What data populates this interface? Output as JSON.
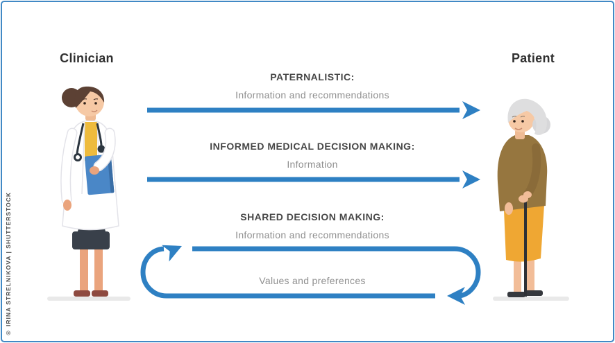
{
  "frame": {
    "watermark": "© IRINA STRELNIKOVA | SHUTTERSTOCK"
  },
  "actors": {
    "clinician": {
      "label": "Clinician"
    },
    "patient": {
      "label": "Patient"
    }
  },
  "models": [
    {
      "id": "paternalistic",
      "title": "PATERNALISTIC:",
      "forward_label": "Information and recommendations"
    },
    {
      "id": "informed-medical-decision-making",
      "title": "INFORMED MEDICAL DECISION MAKING:",
      "forward_label": "Information"
    },
    {
      "id": "shared-decision-making",
      "title": "SHARED DECISION MAKING:",
      "forward_label": "Information and recommendations",
      "return_label": "Values and preferences"
    }
  ],
  "colors": {
    "arrow_blue": "#2e80c3",
    "border_blue": "#4189c5",
    "heading_text": "#474747",
    "secondary_text": "#8f8f8f",
    "actor_text": "#303030",
    "watermark_text": "#4b4b4b"
  }
}
